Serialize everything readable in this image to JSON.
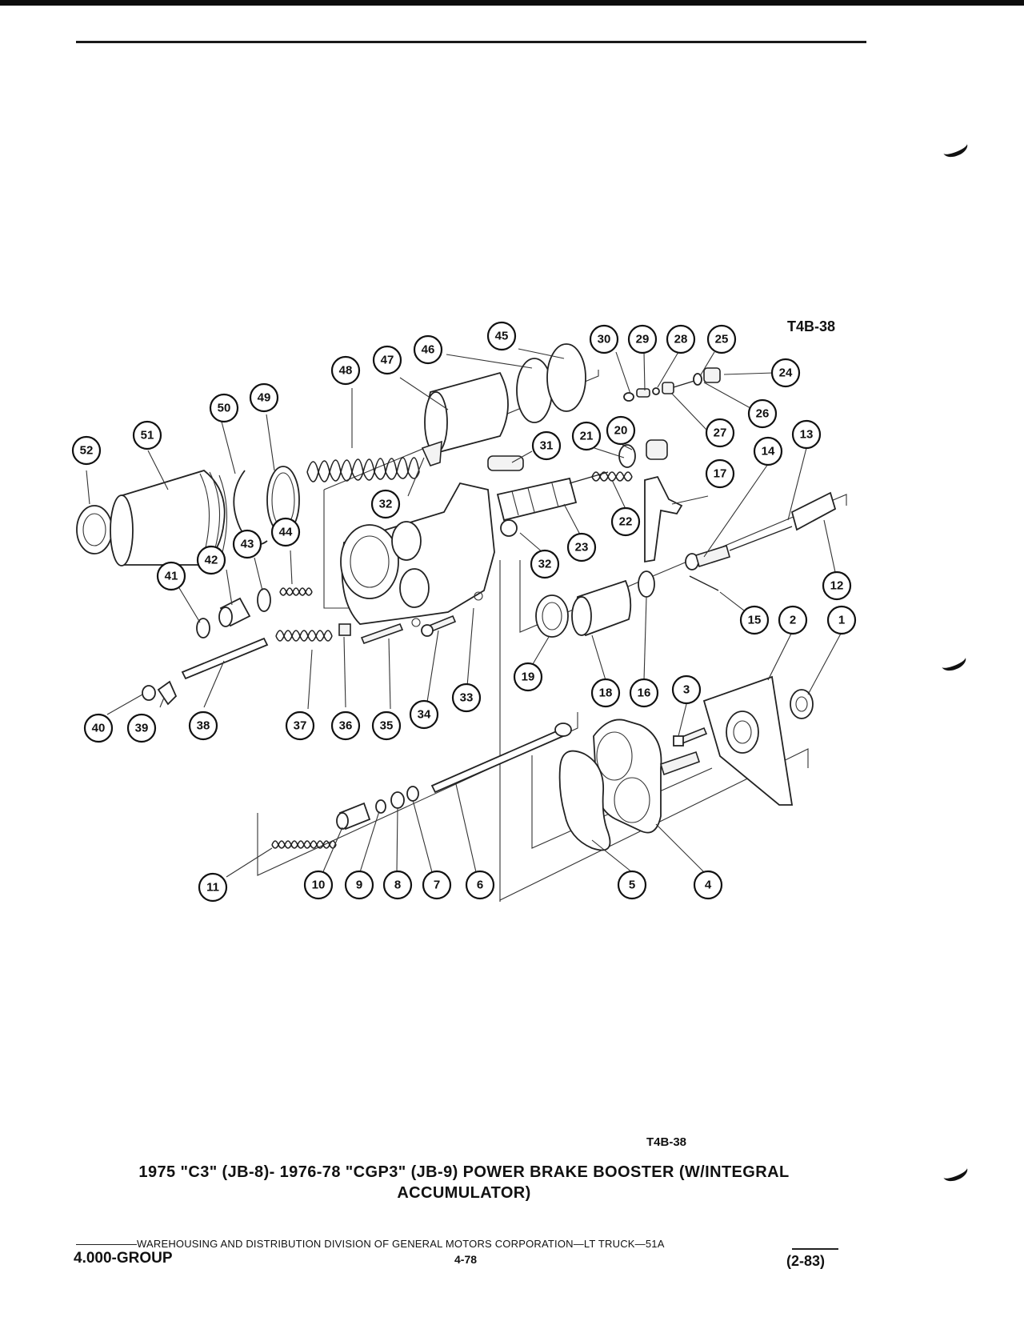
{
  "figure_code": "T4B-38",
  "caption": "1975 \"C3\" (JB-8)- 1976-78 \"CGP3\" (JB-9) POWER BRAKE BOOSTER (W/INTEGRAL ACCUMULATOR)",
  "footer": {
    "division": "WAREHOUSING AND DISTRIBUTION  DIVISION OF GENERAL MOTORS CORPORATION—LT TRUCK—51A",
    "group": "4.000-GROUP",
    "page": "4-78",
    "date": "(2-83)"
  },
  "callouts": [
    "1",
    "2",
    "3",
    "4",
    "5",
    "6",
    "7",
    "8",
    "9",
    "10",
    "11",
    "12",
    "13",
    "14",
    "15",
    "16",
    "17",
    "18",
    "19",
    "20",
    "21",
    "22",
    "23",
    "24",
    "25",
    "26",
    "27",
    "28",
    "29",
    "30",
    "31",
    "32",
    "32",
    "33",
    "34",
    "35",
    "36",
    "37",
    "38",
    "39",
    "40",
    "41",
    "42",
    "43",
    "44",
    "45",
    "46",
    "47",
    "48",
    "49",
    "50",
    "51",
    "52"
  ]
}
